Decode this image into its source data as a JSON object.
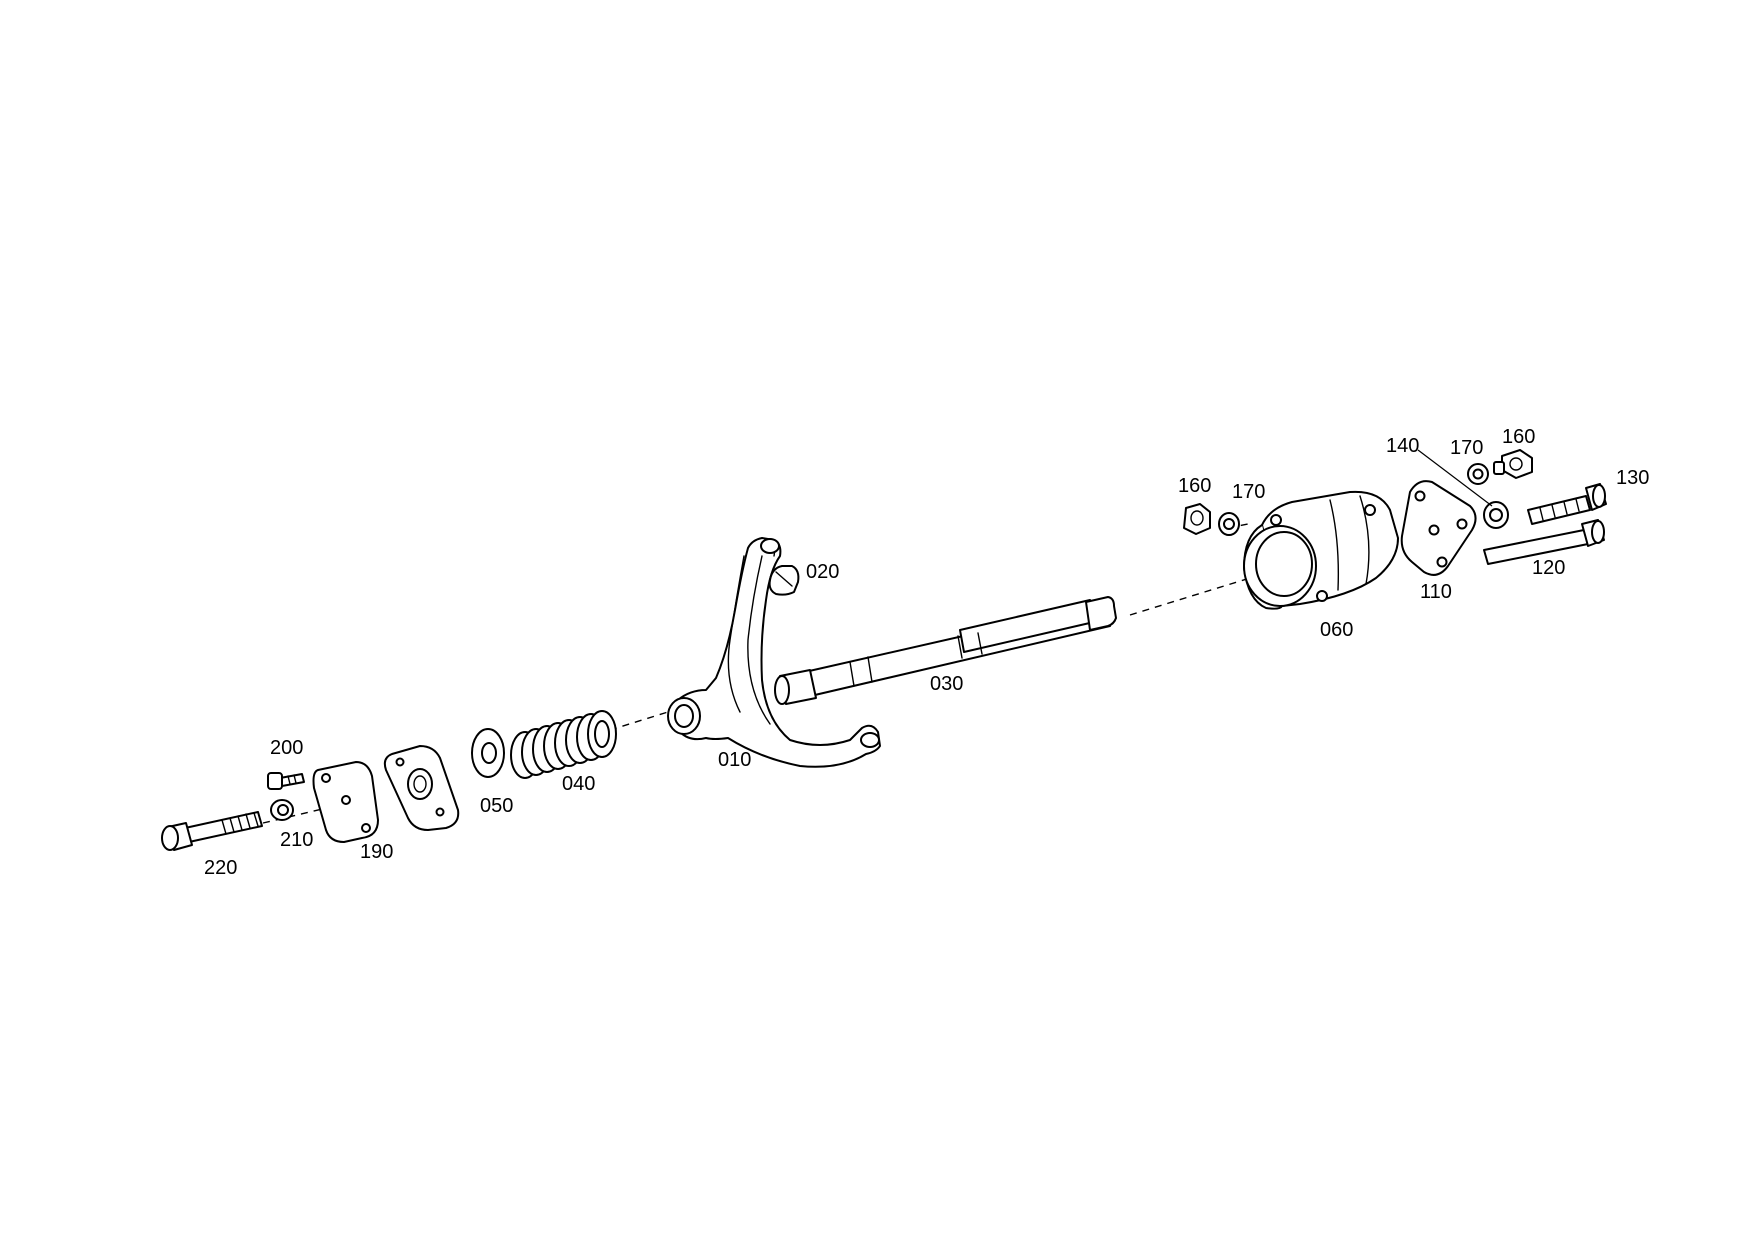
{
  "labels": {
    "p010": "010",
    "p020": "020",
    "p030": "030",
    "p040": "040",
    "p050": "050",
    "p060": "060",
    "p110": "110",
    "p120": "120",
    "p130": "130",
    "p140": "140",
    "p160a": "160",
    "p160b": "160",
    "p170a": "170",
    "p170b": "170",
    "p190": "190",
    "p200": "200",
    "p210": "210",
    "p220": "220"
  }
}
